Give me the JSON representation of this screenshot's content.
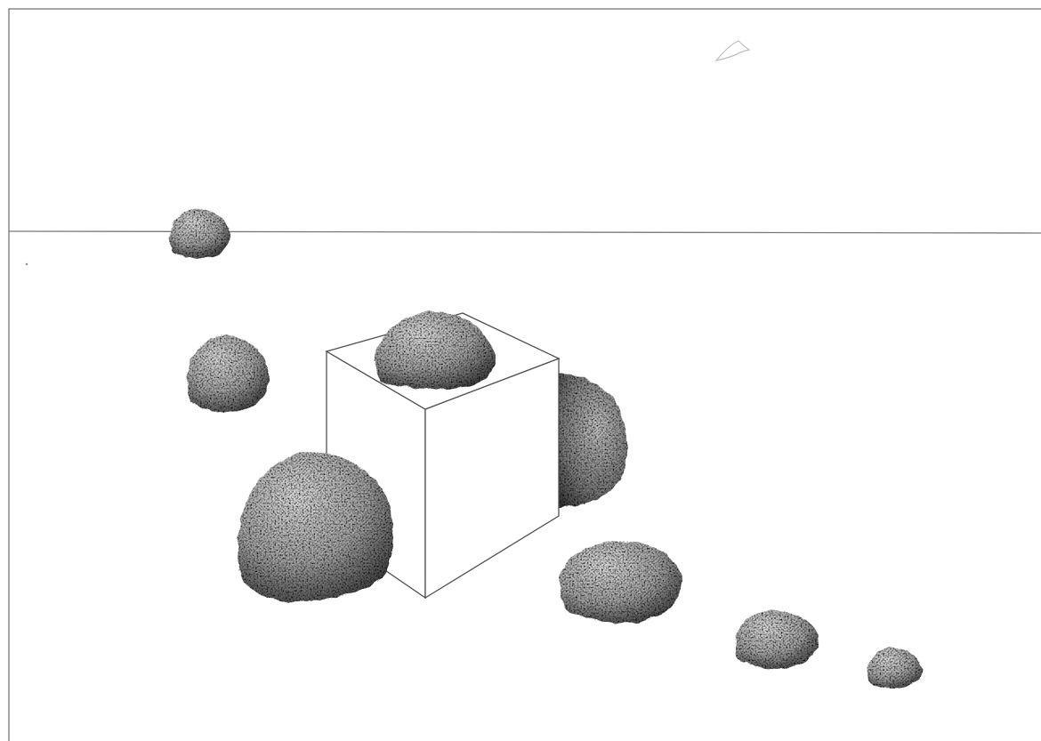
{
  "scene": {
    "kind": "stippled rocks around a wireframe cube on a horizon plane",
    "colors": {
      "background": "#ffffff",
      "frame": "#6a6a6a",
      "horizon": "#7a7a7a",
      "cube_edge": "#505050",
      "rock_light": "#d6d6d6",
      "rock_mid": "#8c8c8c",
      "rock_dark": "#2e2e2e"
    },
    "objects": [
      "horizon-line",
      "cube",
      "rock-horizon",
      "rock-left-small",
      "rock-on-cube-top",
      "rock-behind-cube-right",
      "rock-front-large",
      "rock-front-right",
      "rock-small-right",
      "rock-smallest-right",
      "bird-sketch"
    ]
  }
}
